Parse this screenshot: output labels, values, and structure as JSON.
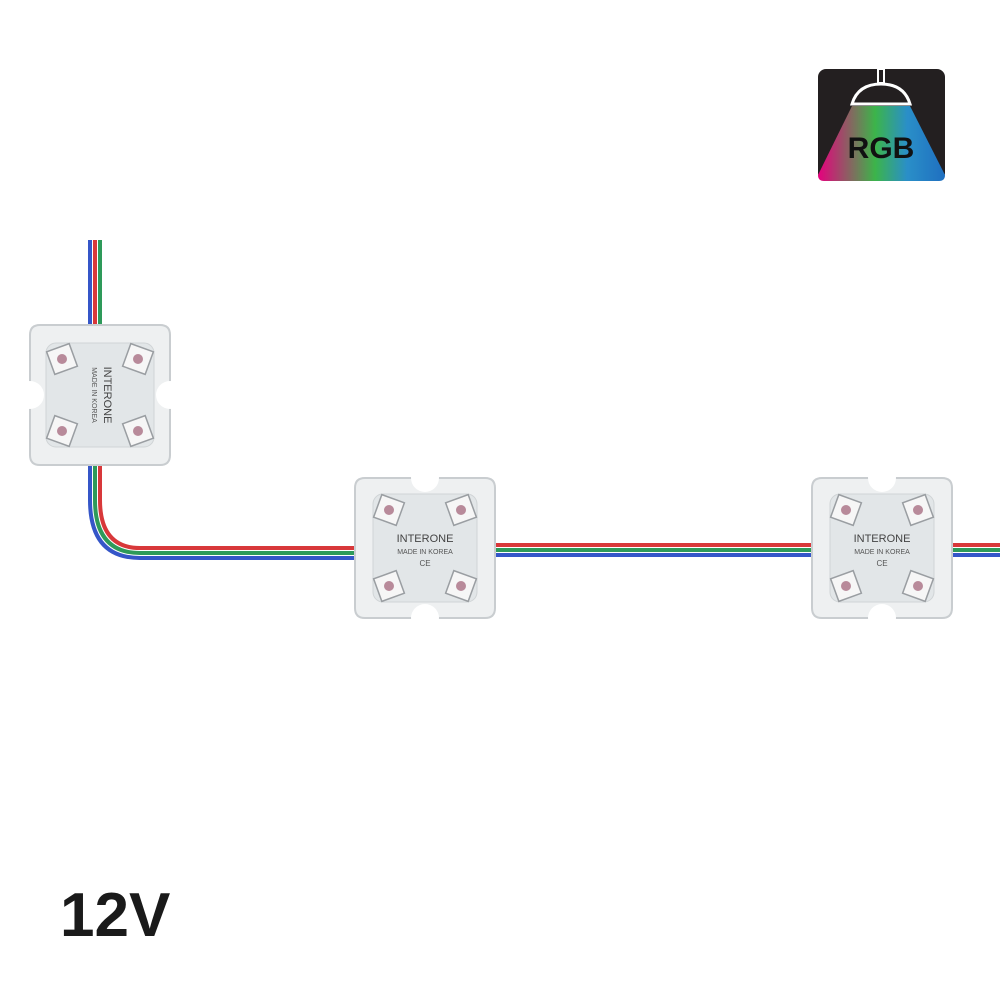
{
  "badge": {
    "label": "RGB",
    "icon": "rgb-lamp-icon"
  },
  "voltage": "12V",
  "module": {
    "brand": "INTERONE",
    "origin": "MADE IN KOREA",
    "mark": "CE"
  },
  "colors": {
    "wire_red": "#d8383a",
    "wire_green": "#2e9a5a",
    "wire_blue": "#3556c8",
    "badge_bg": "#231f20"
  }
}
